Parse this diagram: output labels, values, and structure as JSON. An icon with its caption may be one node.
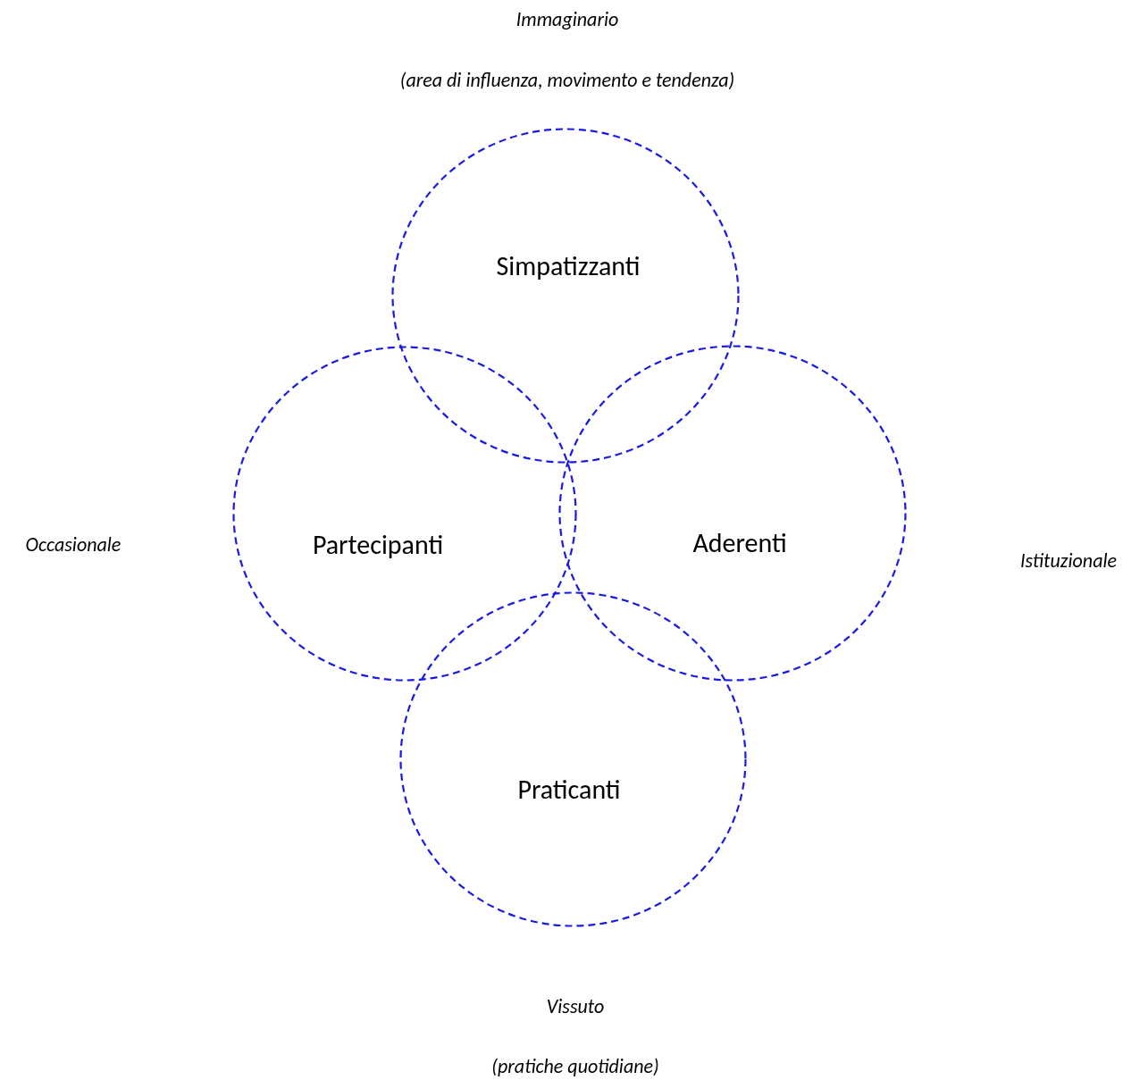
{
  "diagram": {
    "nodes": [
      {
        "text": [
          "Simpatizzanti"
        ]
      },
      {
        "text": [
          "Partecipanti"
        ]
      },
      {
        "text": [
          "Aderenti"
        ]
      },
      {
        "text": [
          "Praticanti"
        ]
      }
    ],
    "labels": [
      "Immaginario",
      "(area di influenza, movimento e tendenza)",
      "Occasionale",
      "Istituzionale",
      "Vissuto",
      "(pratiche quotidiane)"
    ]
  }
}
